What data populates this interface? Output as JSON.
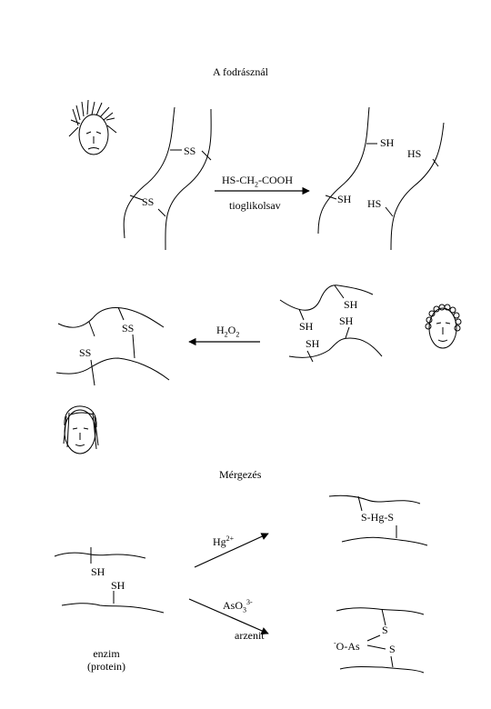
{
  "section1": {
    "title": "A fodrásznál"
  },
  "reagent1": {
    "formula_parts": [
      "HS-CH",
      "2",
      "-COOH"
    ],
    "name": "tioglikolsav"
  },
  "group": {
    "ss": "SS",
    "sh": "SH",
    "hs": "HS"
  },
  "reagent2": {
    "formula_parts": [
      "H",
      "2",
      "O",
      "2"
    ]
  },
  "section2": {
    "title": "Mérgezés"
  },
  "mercury": {
    "ion_base": "Hg",
    "ion_charge": "2+",
    "product": "S-Hg-S"
  },
  "arsenite": {
    "ion_parts": [
      "AsO",
      "3",
      "3-"
    ],
    "name": "arzenit",
    "product_prefix_charge": "-",
    "product_body": "O-As",
    "product_s": "S"
  },
  "enzyme": {
    "line1": "enzim",
    "line2": "(protein)"
  }
}
